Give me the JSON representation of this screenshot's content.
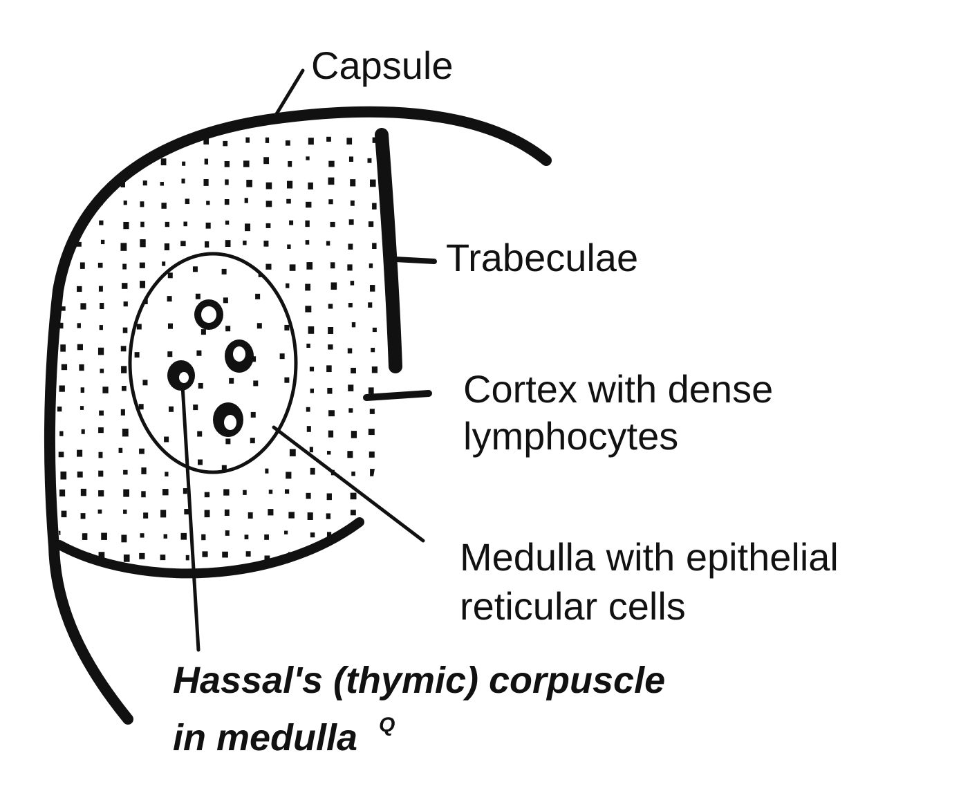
{
  "labels": {
    "capsule": "Capsule",
    "trabeculae": "Trabeculae",
    "cortex_line1": "Cortex with dense",
    "cortex_line2": "lymphocytes",
    "medulla_line1": "Medulla with epithelial",
    "medulla_line2": "reticular cells",
    "hassal_line1": "Hassal's (thymic) corpuscle",
    "hassal_line2": "in medulla",
    "hassal_superscript": "Q"
  },
  "colors": {
    "ink": "#111111",
    "background": "#ffffff"
  }
}
